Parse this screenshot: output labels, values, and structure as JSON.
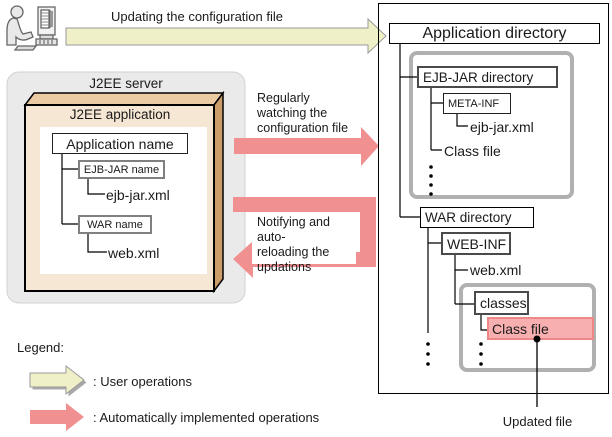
{
  "flows": {
    "update": "Updating the configuration file",
    "watch": "Regularly\nwatching the\nconfiguration file",
    "notify": "Notifying and auto-\nreloading the\nupdations"
  },
  "j2ee_server": {
    "title": "J2EE server",
    "application": {
      "title": "J2EE application",
      "application_name": "Application name",
      "ejb_jar_name": "EJB-JAR name",
      "ejb_jar_xml": "ejb-jar.xml",
      "war_name": "WAR name",
      "web_xml": "web.xml"
    }
  },
  "directory": {
    "application_directory": "Application directory",
    "ejb": {
      "directory": "EJB-JAR directory",
      "meta_inf": "META-INF",
      "ejb_jar_xml": "ejb-jar.xml",
      "class_file": "Class file"
    },
    "war": {
      "directory": "WAR directory",
      "web_inf": "WEB-INF",
      "web_xml": "web.xml",
      "classes": "classes",
      "class_file": "Class file"
    },
    "updated_file": "Updated file"
  },
  "legend": {
    "title": "Legend:",
    "user": ": User operations",
    "auto": ": Automatically implemented operations"
  },
  "colors": {
    "user_arrow_fill": "#EFEFC8",
    "auto_arrow_fill": "#F19090",
    "highlight_fill": "#F8AFAF",
    "highlight_border": "#EE8888",
    "box3d_front": "#F6E7D4",
    "box3d_top": "#EACBA4",
    "box3d_side": "#CD9C6B",
    "server_box_fill": "#EAEAEA",
    "group_border": "#B0B0B0"
  }
}
